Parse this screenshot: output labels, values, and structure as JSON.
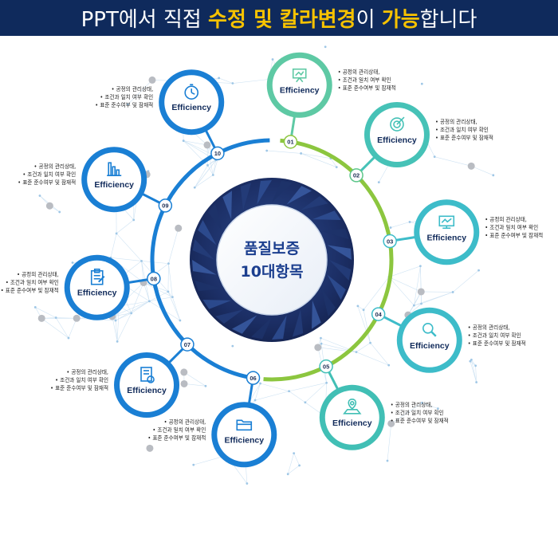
{
  "banner": {
    "parts": [
      {
        "text": "PPT에서 직접 ",
        "hl": false
      },
      {
        "text": "수정 및 칼라변경",
        "hl": true
      },
      {
        "text": "이 ",
        "hl": false
      },
      {
        "text": "가능",
        "hl": true
      },
      {
        "text": "합니다",
        "hl": false
      }
    ]
  },
  "center": {
    "line1": "품질보증",
    "line2": "10대항목"
  },
  "colors": {
    "banner_bg": "#0f2a5c",
    "highlight": "#f7c200",
    "blue": "#1a7fd4",
    "green": "#8cc63f",
    "teal": "#3dbcc9",
    "center_dark": "#1c2f66"
  },
  "items": [
    {
      "num": "01",
      "title": "Efficiency",
      "icon": "presentation-board-icon",
      "desc": [
        "공정의 관리상태,",
        "조건과 일치 여부 확인",
        "표준 준수여부 및 잠재적"
      ]
    },
    {
      "num": "02",
      "title": "Efficiency",
      "icon": "target-icon",
      "desc": [
        "공정의 관리상태,",
        "조건과 일치 여부 확인",
        "표준 준수여부 및 잠재적"
      ]
    },
    {
      "num": "03",
      "title": "Efficiency",
      "icon": "monitor-chart-icon",
      "desc": [
        "공정의 관리상태,",
        "조건과 일치 여부 확인",
        "표준 준수여부 및 잠재적"
      ]
    },
    {
      "num": "04",
      "title": "Efficiency",
      "icon": "magnifier-icon",
      "desc": [
        "공정의 관리상태,",
        "조건과 일치 여부 확인",
        "표준 준수여부 및 잠재적"
      ]
    },
    {
      "num": "05",
      "title": "Efficiency",
      "icon": "map-pin-icon",
      "desc": [
        "공정의 관리상태,",
        "조건과 일치 여부 확인",
        "표준 준수여부 및 잠재적"
      ]
    },
    {
      "num": "06",
      "title": "Efficiency",
      "icon": "folder-icon",
      "desc": [
        "공정의 관리상태,",
        "조건과 일치 여부 확인",
        "표준 준수여부 및 잠재적"
      ]
    },
    {
      "num": "07",
      "title": "Efficiency",
      "icon": "document-icon",
      "desc": [
        "공정의 관리상태,",
        "조건과 일치 여부 확인",
        "표준 준수여부 및 잠재적"
      ]
    },
    {
      "num": "08",
      "title": "Efficiency",
      "icon": "clipboard-icon",
      "desc": [
        "공정의 관리상태,",
        "조건과 일치 여부 확인",
        "표준 준수여부 및 잠재적"
      ]
    },
    {
      "num": "09",
      "title": "Efficiency",
      "icon": "bar-chart-icon",
      "desc": [
        "공정의 관리상태,",
        "조건과 일치 여부 확인",
        "표준 준수여부 및 잠재적"
      ]
    },
    {
      "num": "10",
      "title": "Efficiency",
      "icon": "stopwatch-icon",
      "desc": [
        "공정의 관리상태,",
        "조건과 일치 여부 확인",
        "표준 준수여부 및 잠재적"
      ]
    }
  ]
}
